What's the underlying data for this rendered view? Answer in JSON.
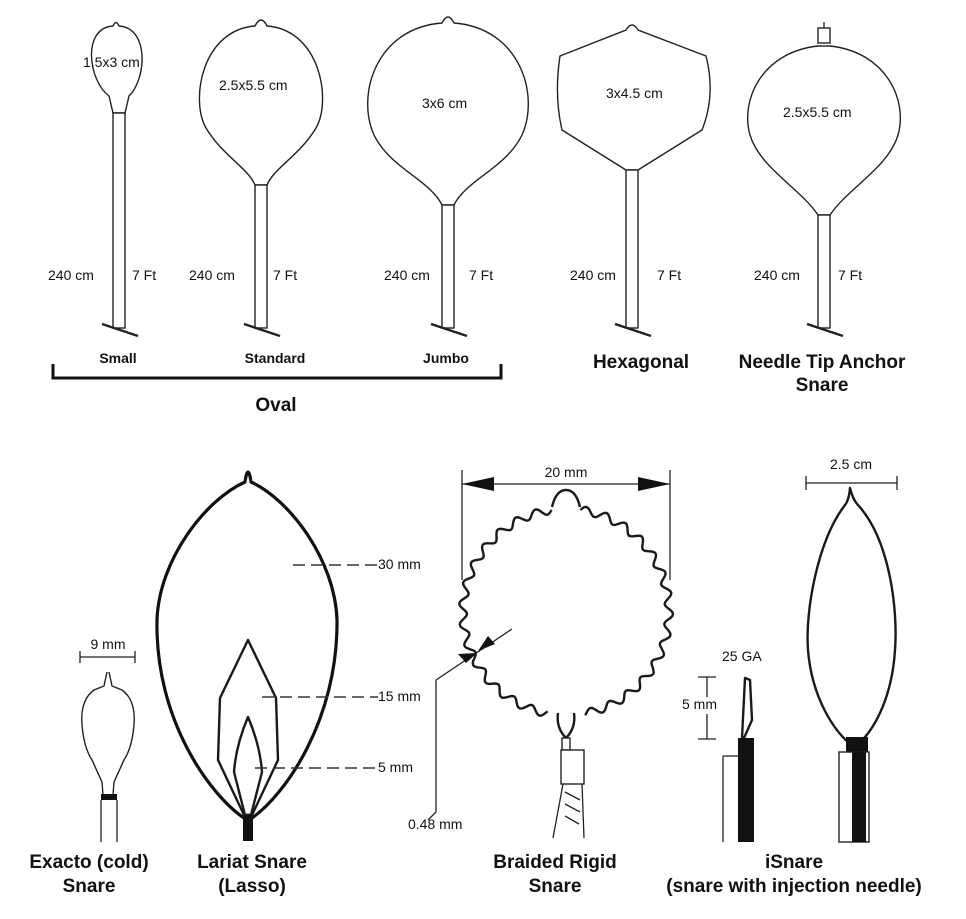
{
  "top_row": {
    "small": {
      "size": "1.5x3 cm",
      "length_cm": "240 cm",
      "length_ft": "7 Ft",
      "label": "Small"
    },
    "standard": {
      "size": "2.5x5.5 cm",
      "length_cm": "240 cm",
      "length_ft": "7 Ft",
      "label": "Standard"
    },
    "jumbo": {
      "size": "3x6 cm",
      "length_cm": "240 cm",
      "length_ft": "7 Ft",
      "label": "Jumbo"
    },
    "hexagonal": {
      "size": "3x4.5 cm",
      "length_cm": "240 cm",
      "length_ft": "7 Ft",
      "label": "Hexagonal"
    },
    "needle_tip": {
      "size": "2.5x5.5 cm",
      "length_cm": "240 cm",
      "length_ft": "7 Ft",
      "label_line1": "Needle Tip Anchor",
      "label_line2": "Snare"
    },
    "group_label": "Oval"
  },
  "bottom_row": {
    "exacto": {
      "width": "9 mm",
      "label_line1": "Exacto (cold)",
      "label_line2": "Snare"
    },
    "lariat": {
      "dim_outer": "30 mm",
      "dim_middle": "15 mm",
      "dim_inner": "5 mm",
      "label_line1": "Lariat Snare",
      "label_line2": "(Lasso)"
    },
    "braided": {
      "width": "20 mm",
      "wire": "0.48 mm",
      "label_line1": "Braided Rigid",
      "label_line2": "Snare"
    },
    "isnare": {
      "width": "2.5 cm",
      "needle_gauge": "25 GA",
      "needle_length": "5 mm",
      "label_line1": "iSnare",
      "label_line2": "(snare with injection needle)"
    }
  }
}
